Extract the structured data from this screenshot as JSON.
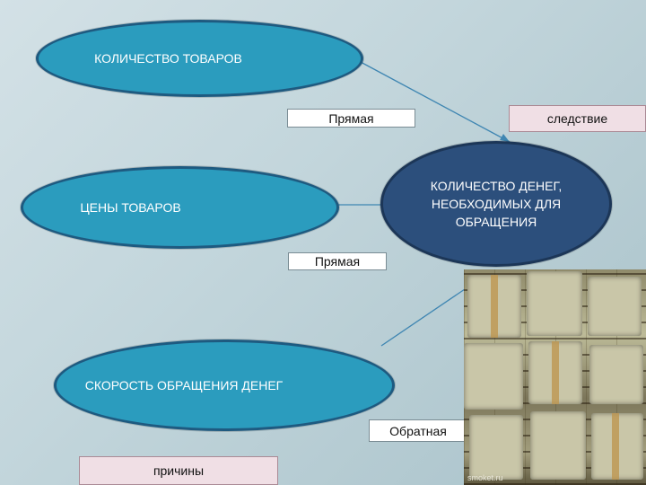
{
  "nodes": {
    "goods_quantity": "КОЛИЧЕСТВО ТОВАРОВ",
    "goods_prices": "ЦЕНЫ ТОВАРОВ",
    "money_velocity": "СКОРОСТЬ ОБРАЩЕНИЯ ДЕНЕГ",
    "money_needed": "КОЛИЧЕСТВО ДЕНЕГ, НЕОБХОДИМЫХ ДЛЯ ОБРАЩЕНИЯ"
  },
  "labels": {
    "direct_1": "Прямая",
    "direct_2": "Прямая",
    "inverse": "Обратная",
    "consequence": "следствие",
    "causes": "причины"
  },
  "photo": {
    "watermark": "smoket.ru"
  },
  "colors": {
    "light_node": "#2b9cbe",
    "dark_node": "#2c4f7c",
    "node_border": "#1e5a80",
    "pink_box": "#f0dfe5"
  }
}
